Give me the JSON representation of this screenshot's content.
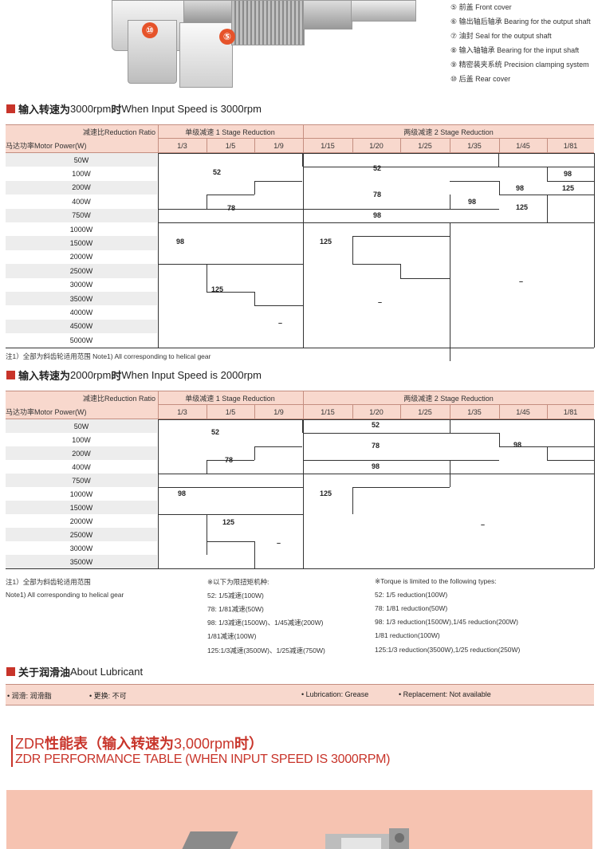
{
  "parts": [
    "⑤ 前盖 Front cover",
    "⑥ 输出轴后轴承 Bearing for the output shaft",
    "⑦ 油封 Seal for the output shaft",
    "⑧ 输入轴轴承 Bearing for the input shaft",
    "⑨ 精密装夹系统 Precision clamping system",
    "⑩ 后盖 Rear cover"
  ],
  "callouts": {
    "c10": "⑩",
    "c5": "⑤"
  },
  "section1": {
    "cn": "输入转速为",
    "speed": "3000rpm",
    "cn2": "时",
    "en": " When Input Speed is 3000rpm"
  },
  "section2": {
    "cn": "输入转速为",
    "speed": "2000rpm",
    "cn2": "时",
    "en": " When Input Speed is 2000rpm"
  },
  "header": {
    "ratio_label": "减速比Reduction Ratio",
    "power_label": "马达功率Motor Power(W)",
    "stage1": "单级减速 1 Stage Reduction",
    "stage2": "两级减速 2 Stage Reduction",
    "ratios": [
      "1/3",
      "1/5",
      "1/9",
      "1/15",
      "1/20",
      "1/25",
      "1/35",
      "1/45",
      "1/81"
    ]
  },
  "table1": {
    "powers": [
      "50W",
      "100W",
      "200W",
      "400W",
      "750W",
      "1000W",
      "1500W",
      "2000W",
      "2500W",
      "3000W",
      "3500W",
      "4000W",
      "4500W",
      "5000W"
    ],
    "values": {
      "v52a": "52",
      "v78a": "78",
      "v98a": "98",
      "v125a": "125",
      "vdash_a": "–",
      "v52b": "52",
      "v78b": "78",
      "v98b": "98",
      "v125b": "125",
      "vdash_b": "–",
      "v98c": "98",
      "v98d": "98",
      "v125c": "125",
      "v98e": "98",
      "v125d": "125",
      "vdash_c": "–"
    }
  },
  "note1": "注1）全部为斜齿轮适用范围  Note1) All corresponding to helical gear",
  "table2": {
    "powers": [
      "50W",
      "100W",
      "200W",
      "400W",
      "750W",
      "1000W",
      "1500W",
      "2000W",
      "2500W",
      "3000W",
      "3500W"
    ],
    "values": {
      "v52a": "52",
      "v78a": "78",
      "v98a": "98",
      "v125a": "125",
      "vdash_a": "–",
      "v52b": "52",
      "v78b": "78",
      "v98b": "98",
      "v125b": "125",
      "v98c": "98",
      "vdash_c": "–"
    }
  },
  "notes2": {
    "cn_note1": "注1）全部为斜齿轮适用范围",
    "en_note1": "Note1) All corresponding to helical gear",
    "cn_limit_title": "※以下为限扭矩机种:",
    "cn_limit": [
      "52:  1/5减速(100W)",
      "78:  1/81减速(50W)",
      "98:  1/3减速(1500W)、1/45减速(200W)",
      "        1/81减速(100W)",
      "125:1/3减速(3500W)、1/25减速(750W)"
    ],
    "en_limit_title": "※Torque is limited to the following types:",
    "en_limit": [
      "52:  1/5 reduction(100W)",
      "78:  1/81 reduction(50W)",
      "98:  1/3 reduction(1500W),1/45 reduction(200W)",
      "        1/81 reduction(100W)",
      "125:1/3 reduction(3500W),1/25 reduction(250W)"
    ]
  },
  "lubricant": {
    "cn": "关于润滑油",
    "en": " About Lubricant",
    "items": [
      "• 润滑: 润滑脂",
      "• 更换: 不可",
      "• Lubrication: Grease",
      "• Replacement: Not available"
    ]
  },
  "perf": {
    "cn_a": "ZDR",
    "cn_b": "性能表（输入转速为",
    "cn_c": "3,000rpm",
    "cn_d": "时）",
    "en": "ZDR PERFORMANCE TABLE (WHEN INPUT SPEED IS 3000RPM)"
  },
  "colors": {
    "accent": "#c8342a",
    "header_bg": "#f8d8cd",
    "panel_bg": "#f6c3b1"
  }
}
